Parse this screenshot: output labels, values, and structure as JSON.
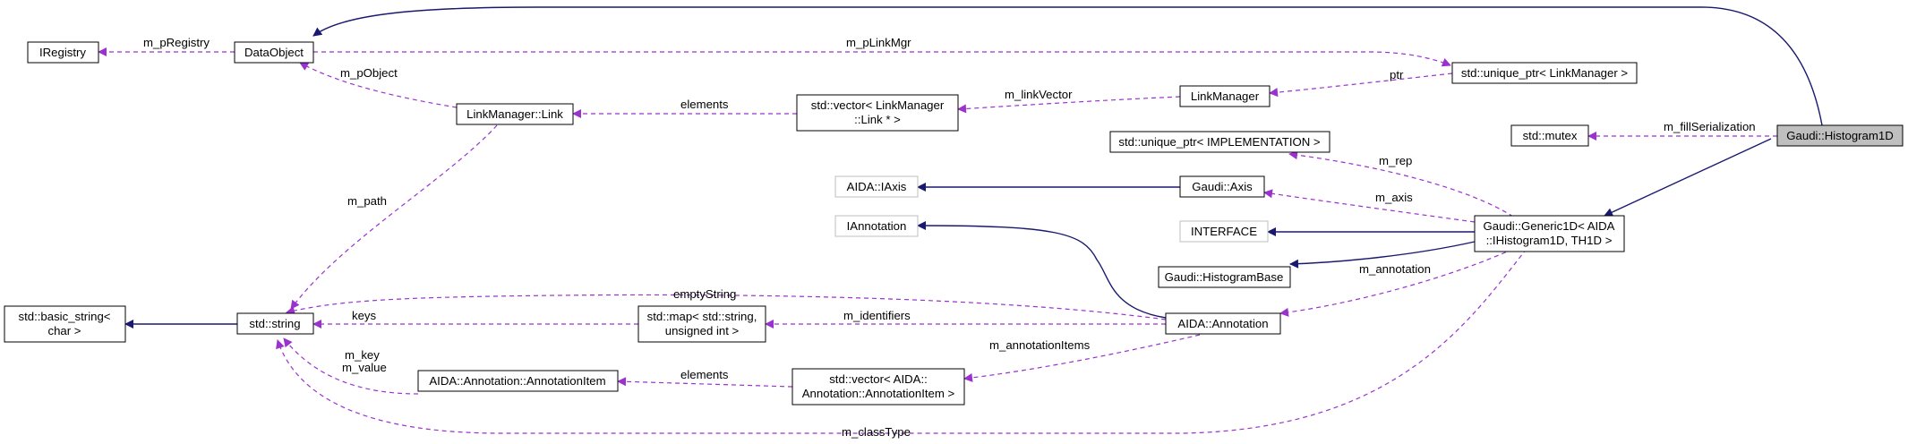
{
  "nodes": {
    "histogram1d": "Gaudi::Histogram1D",
    "dataobject": "DataObject",
    "iregistry": "IRegistry",
    "uniqueptr_linkmanager": "std::unique_ptr< LinkManager >",
    "linkmanager": "LinkManager",
    "vector_link": [
      "std::vector< LinkManager",
      "::Link * >"
    ],
    "linkmanager_link": "LinkManager::Link",
    "mutex": "std::mutex",
    "uniqueptr_impl": "std::unique_ptr< IMPLEMENTATION >",
    "aida_iaxis": "AIDA::IAxis",
    "gaudi_axis": "Gaudi::Axis",
    "generic1d": [
      "Gaudi::Generic1D< AIDA",
      "::IHistogram1D, TH1D >"
    ],
    "interface": "INTERFACE",
    "iannotation": "IAnnotation",
    "histogrambase": "Gaudi::HistogramBase",
    "basic_string": [
      "std::basic_string<",
      "char >"
    ],
    "std_string": "std::string",
    "map_string_uint": [
      "std::map< std::string,",
      "unsigned int >"
    ],
    "aida_annotation": "AIDA::Annotation",
    "annotationitem": "AIDA::Annotation::AnnotationItem",
    "vector_annotationitem": [
      "std::vector< AIDA::",
      "Annotation::AnnotationItem >"
    ]
  },
  "edge_labels": {
    "m_pRegistry": "m_pRegistry",
    "m_pLinkMgr": "m_pLinkMgr",
    "m_pObject": "m_pObject",
    "elements_link": "elements",
    "m_linkVector": "m_linkVector",
    "ptr": "ptr",
    "m_fillSerialization": "m_fillSerialization",
    "m_path": "m_path",
    "m_rep": "m_rep",
    "m_axis": "m_axis",
    "emptyString": "emptyString",
    "m_annotation": "m_annotation",
    "keys": "keys",
    "m_identifiers": "m_identifiers",
    "m_key": "m_key",
    "m_value": "m_value",
    "m_annotationItems": "m_annotationItems",
    "elements_item": "elements",
    "m_classType": "m_classType"
  },
  "colors": {
    "inheritance": "#191970",
    "usage": "#9a32cd",
    "node_border": "#000000",
    "external_border": "#bfbfbf",
    "highlight_fill": "#bfbfbf",
    "background": "#ffffff"
  }
}
